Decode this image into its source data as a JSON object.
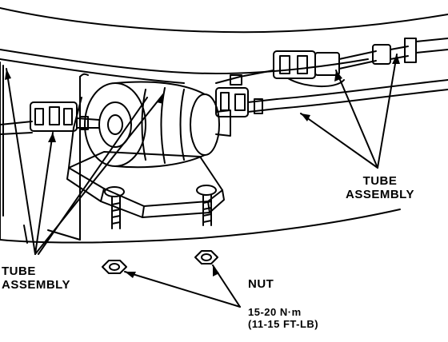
{
  "labels": {
    "tube_assembly_right": {
      "line1": "TUBE",
      "line2": "ASSEMBLY"
    },
    "tube_assembly_left": {
      "line1": "TUBE",
      "line2": "ASSEMBLY"
    },
    "nut": "NUT",
    "torque_line1": "15-20 N·m",
    "torque_line2": "(11-15 FT-LB)"
  },
  "colors": {
    "ink": "#000000",
    "paper": "#ffffff"
  }
}
